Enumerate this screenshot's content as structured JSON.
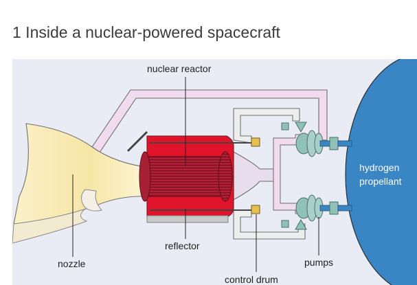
{
  "title": "1 Inside a nuclear-powered spacecraft",
  "labels": {
    "nuclear_reactor": "nuclear reactor",
    "reflector": "reflector",
    "control_drum": "control drum",
    "nozzle": "nozzle",
    "pumps": "pumps",
    "hydrogen": "hydrogen",
    "propellant": "propellant"
  },
  "colors": {
    "background": "#e9ecf5",
    "tank": "#3a85c4",
    "pipe": "#f0dcee",
    "reactor_core": "#9e1830",
    "reflector": "#e0152b",
    "control_drum": "#e8c052",
    "pump": "#8fc1b8",
    "nozzle": "#f5e3a2"
  }
}
